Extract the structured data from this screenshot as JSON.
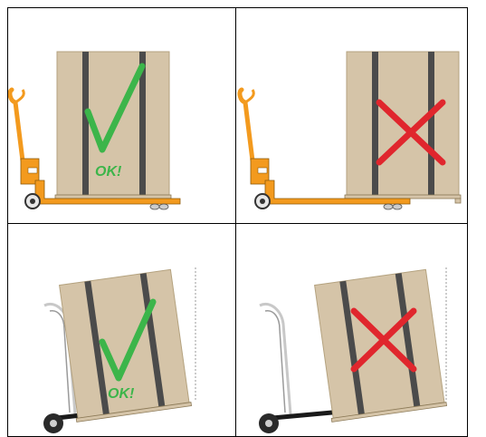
{
  "panels": [
    {
      "id": "pallet-truck-correct",
      "mark": "check",
      "label": "OK!"
    },
    {
      "id": "pallet-truck-wrong",
      "mark": "cross",
      "label": ""
    },
    {
      "id": "hand-truck-correct",
      "mark": "check",
      "label": "OK!"
    },
    {
      "id": "hand-truck-wrong",
      "mark": "cross",
      "label": ""
    }
  ],
  "colors": {
    "box": "#d5c4a8",
    "box_edge": "#b4a27f",
    "strap": "#4b4b4b",
    "truck": "#f39a1e",
    "check": "#3cb54a",
    "cross": "#e0262d",
    "dolly": "#c8c8c8"
  },
  "icons": [
    "check-mark-icon",
    "cross-mark-icon",
    "pallet-jack-icon",
    "hand-truck-icon"
  ]
}
